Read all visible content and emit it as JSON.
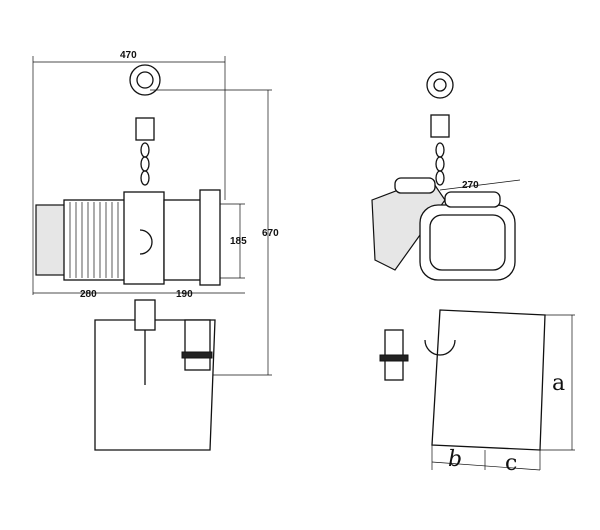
{
  "front_view": {
    "dim_width": "470",
    "dim_height": "670",
    "dim_body_height": "185",
    "dim_left": "280",
    "dim_right": "190"
  },
  "side_view": {
    "dim_width": "270",
    "label_a": "a",
    "label_b": "b",
    "label_c": "c"
  }
}
